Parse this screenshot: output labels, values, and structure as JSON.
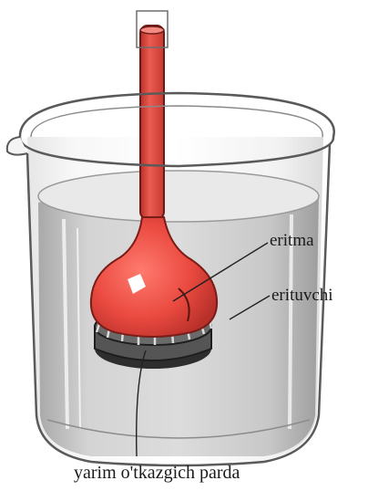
{
  "labels": {
    "solution": "eritma",
    "solvent": "erituvchi",
    "membrane": "yarim o'tkazgich parda"
  },
  "colors": {
    "tube_red": "#e0463f",
    "flask_red": "#ee5247",
    "liquid_gray": "#c9c9c9",
    "glass_outline": "#5a5a5a",
    "membrane_dark": "#3a3a3a"
  }
}
